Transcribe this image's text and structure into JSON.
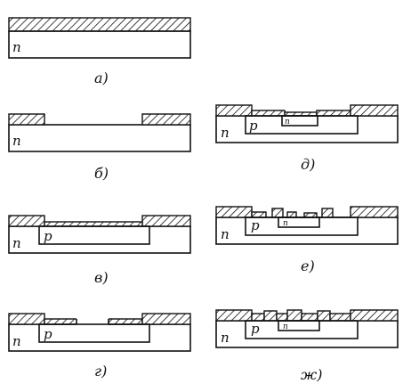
{
  "panels": {
    "a": {
      "caption": "а)",
      "substrate_label": "n"
    },
    "b": {
      "caption": "б)",
      "substrate_label": "n"
    },
    "v": {
      "caption": "в)",
      "substrate_label": "n",
      "p_region_label": "p"
    },
    "g": {
      "caption": "г)",
      "substrate_label": "n",
      "p_region_label": "p"
    },
    "d": {
      "caption": "д)",
      "substrate_label": "n",
      "p_region_label": "p",
      "n_region_label": "n"
    },
    "e": {
      "caption": "е)",
      "substrate_label": "n",
      "p_region_label": "p",
      "n_region_label": "n"
    },
    "zh": {
      "caption": "ж)",
      "substrate_label": "n",
      "p_region_label": "p",
      "n_region_label": "n"
    }
  }
}
